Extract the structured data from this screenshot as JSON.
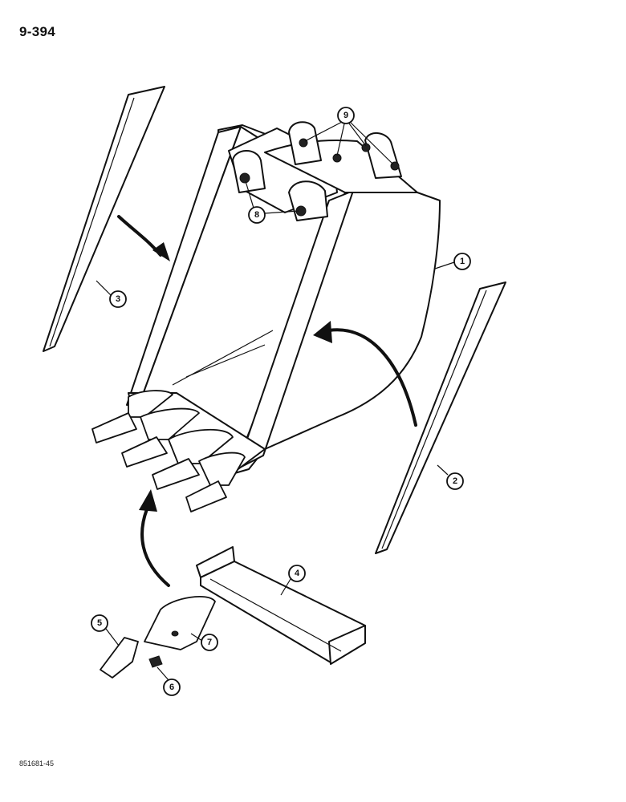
{
  "header": {
    "page_number": "9-394"
  },
  "footer": {
    "figure_code": "851681-45"
  },
  "callouts": {
    "bucket": "1",
    "right_side_cutter": "2",
    "left_side_cutter": "3",
    "cutting_edge": "4",
    "tooth_tip": "5",
    "pin": "6",
    "tooth_adapter": "7",
    "link_bushings": "8",
    "pivot_bushings": "9"
  }
}
